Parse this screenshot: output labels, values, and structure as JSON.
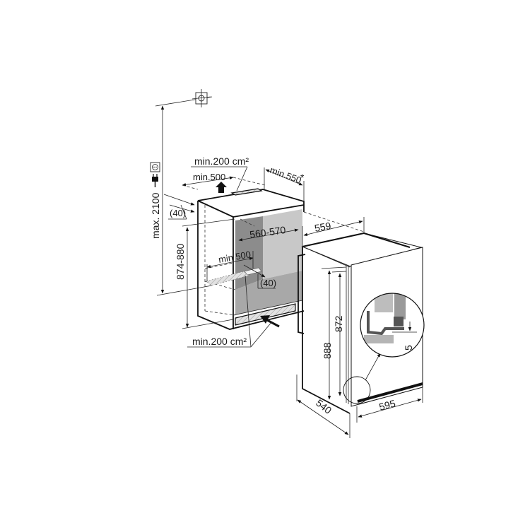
{
  "diagram": {
    "title": "Built-in refrigerator installation dimensions",
    "units": "mm",
    "colors": {
      "line": "#111111",
      "niche_dark_panel": "#8c8c8c",
      "niche_light_panel": "#c8c8c8",
      "niche_floor": "#a8a8a8",
      "background": "#ffffff"
    },
    "icons": {
      "wall_outlet": "socket-icon",
      "mains_plug": "plug-icon",
      "crosshair_target": "crosshair-icon",
      "airflow_up": "arrow-up-icon",
      "airflow_in": "arrow-diagonal-icon"
    },
    "labels": {
      "max_height": "max. 2100",
      "top_vent_area": "min.200 cm²",
      "top_vent_width": "min.500",
      "niche_depth_min": "min.550",
      "niche_depth_asterisk": "*",
      "top_offset": "(40)",
      "niche_width": "560-570",
      "niche_height": "874-880",
      "inner_vent_width": "min 500",
      "inner_offset": "(40)",
      "bottom_vent_area": "min.200 cm²",
      "appliance_depth_top": "559",
      "appliance_height_body": "872",
      "appliance_height_total": "888",
      "appliance_depth": "540",
      "appliance_width": "595",
      "detail_gap": "5"
    }
  }
}
